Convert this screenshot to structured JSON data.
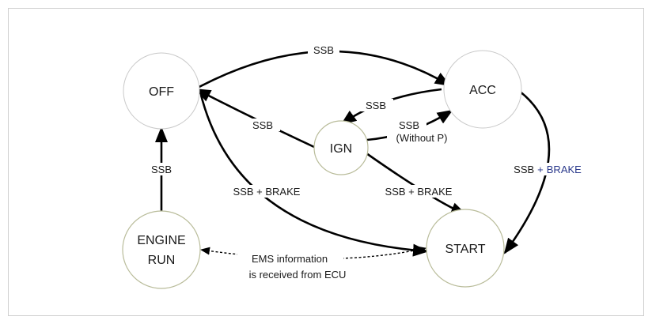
{
  "colors": {
    "accent": "#2b3a8c"
  },
  "states": {
    "off": "OFF",
    "acc": "ACC",
    "ign": "IGN",
    "engine_run_line1": "ENGINE",
    "engine_run_line2": "RUN",
    "start": "START"
  },
  "transitions": {
    "off_to_acc": "SSB",
    "acc_to_ign": "SSB",
    "ign_to_acc_line1": "SSB",
    "ign_to_acc_line2": "(Without P)",
    "ign_to_off": "SSB",
    "engine_to_off": "SSB",
    "off_to_start": "SSB + BRAKE",
    "ign_to_start": "SSB + BRAKE",
    "acc_to_start_ssb": "SSB",
    "acc_to_start_plus": "+",
    "acc_to_start_brake": "BRAKE",
    "start_to_engine_line1": "EMS information",
    "start_to_engine_line2": "is received from ECU"
  }
}
